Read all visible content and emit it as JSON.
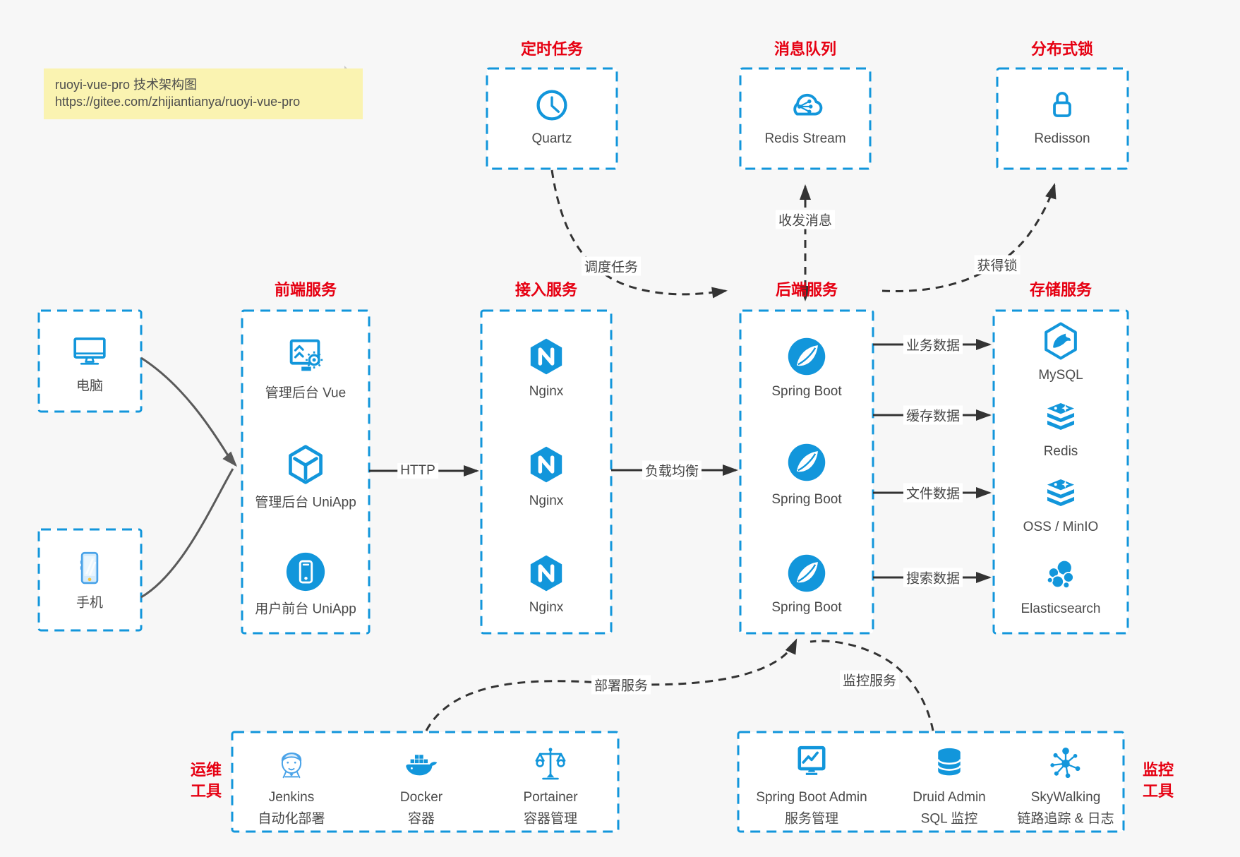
{
  "note": {
    "line1": "ruoyi-vue-pro 技术架构图",
    "line2": "https://gitee.com/zhijiantianya/ruoyi-vue-pro"
  },
  "colors": {
    "accent_blue": "#1296db",
    "title_red": "#e60012",
    "arrow_black": "#333333",
    "client_curve_gray": "#5a5a5a",
    "note_bg": "#faf3b1",
    "canvas_bg": "#f7f7f7",
    "box_bg": "#ffffff",
    "text_gray": "#4a4a4a"
  },
  "icons": {
    "scheduler": "clock-icon",
    "mq": "cloud-share-icon",
    "lock": "padlock-icon",
    "pc": "monitor-icon",
    "phone": "smartphone-icon",
    "vue_admin": "screen-gear-icon",
    "uniapp_admin": "uniapp-cube-icon",
    "uniapp_user": "phone-circle-icon",
    "nginx": "nginx-hexagon-icon",
    "spring": "spring-leaf-icon",
    "mysql": "mysql-dolphin-icon",
    "redis": "redis-stack-icon",
    "oss": "storage-stack-icon",
    "es": "elasticsearch-cluster-icon",
    "jenkins": "jenkins-butler-icon",
    "docker": "docker-whale-icon",
    "portainer": "scales-icon",
    "sba": "monitor-chart-icon",
    "druid": "database-icon",
    "skywalking": "node-network-icon"
  },
  "groups": {
    "scheduler": {
      "title": "定时任务",
      "item": "Quartz"
    },
    "mq": {
      "title": "消息队列",
      "item": "Redis Stream"
    },
    "lock": {
      "title": "分布式锁",
      "item": "Redisson"
    },
    "clients": {
      "pc": "电脑",
      "phone": "手机"
    },
    "frontend": {
      "title": "前端服务",
      "items": [
        "管理后台 Vue",
        "管理后台 UniApp",
        "用户前台 UniApp"
      ]
    },
    "gateway": {
      "title": "接入服务",
      "items": [
        "Nginx",
        "Nginx",
        "Nginx"
      ]
    },
    "backend": {
      "title": "后端服务",
      "items": [
        "Spring Boot",
        "Spring Boot",
        "Spring Boot"
      ]
    },
    "storage": {
      "title": "存储服务",
      "items": [
        "MySQL",
        "Redis",
        "OSS / MinIO",
        "Elasticsearch"
      ]
    },
    "devops": {
      "title_line1": "运维",
      "title_line2": "工具",
      "items": [
        {
          "name": "Jenkins",
          "desc": "自动化部署"
        },
        {
          "name": "Docker",
          "desc": "容器"
        },
        {
          "name": "Portainer",
          "desc": "容器管理"
        }
      ]
    },
    "monitor": {
      "title_line1": "监控",
      "title_line2": "工具",
      "items": [
        {
          "name": "Spring Boot Admin",
          "desc": "服务管理"
        },
        {
          "name": "Druid Admin",
          "desc": "SQL 监控"
        },
        {
          "name": "SkyWalking",
          "desc": "链路追踪 & 日志"
        }
      ]
    }
  },
  "edges": {
    "http": "HTTP",
    "load_balance": "负载均衡",
    "biz_data": "业务数据",
    "cache_data": "缓存数据",
    "file_data": "文件数据",
    "search_data": "搜索数据",
    "schedule_task": "调度任务",
    "send_receive_msg": "收发消息",
    "acquire_lock": "获得锁",
    "deploy_service": "部署服务",
    "monitor_service": "监控服务"
  }
}
